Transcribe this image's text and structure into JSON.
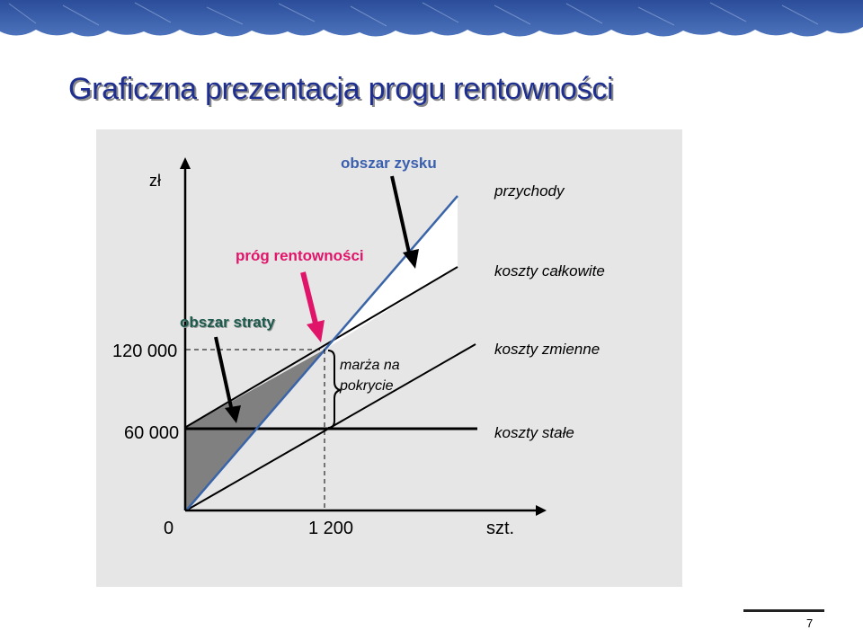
{
  "title": "Graficzna prezentacja progu rentowności",
  "page_number": "7",
  "diagram": {
    "y_axis_label": "zł",
    "x_axis_label": "szt.",
    "y_ticks": [
      "120 000",
      "60 000"
    ],
    "x_ticks": [
      "0",
      "1 200"
    ],
    "annotations": {
      "profit_area": "obszar zysku",
      "break_even": "próg rentowności",
      "loss_area": "obszar straty",
      "contribution_margin": "marża na pokrycie"
    },
    "line_labels": {
      "revenue": "przychody",
      "total_costs": "koszty całkowite",
      "variable_costs": "koszty zmienne",
      "fixed_costs": "koszty stałe"
    }
  },
  "colors": {
    "title": "#1f2f8f",
    "profit_label": "#3a5fae",
    "break_even_label": "#e0156a",
    "loss_label": "#1c5a4c",
    "revenue_line": "#3a64a8",
    "loss_fill": "#808080",
    "panel": "#e6e6e6"
  }
}
